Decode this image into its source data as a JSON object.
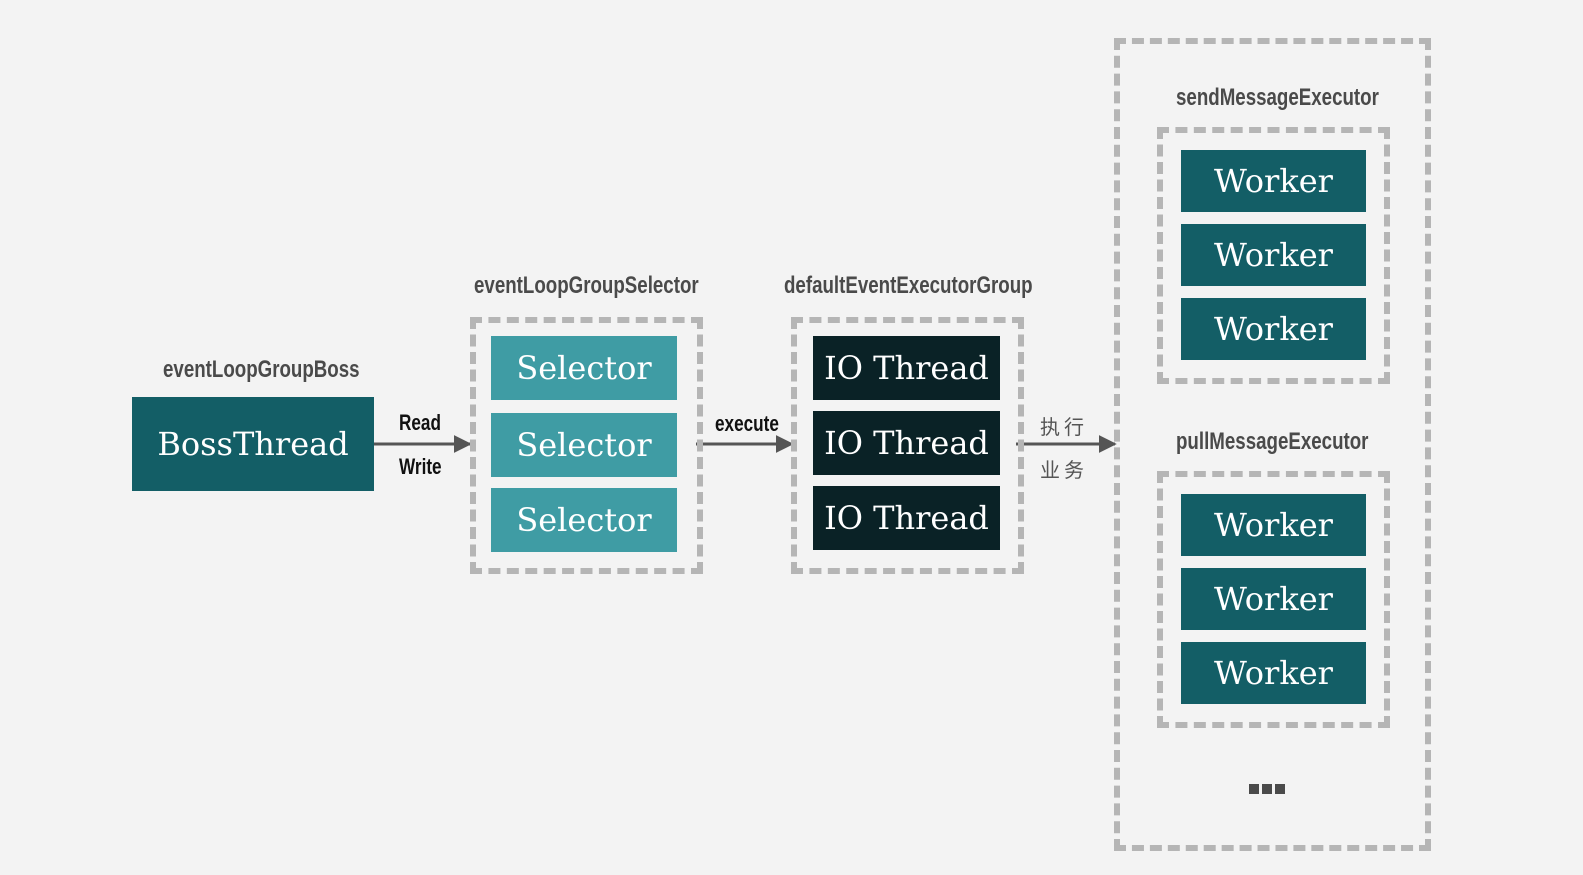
{
  "boss": {
    "group_label": "eventLoopGroupBoss",
    "box_label": "BossThread"
  },
  "selector_group": {
    "group_label": "eventLoopGroupSelector",
    "items": [
      "Selector",
      "Selector",
      "Selector"
    ]
  },
  "executor_group": {
    "group_label": "defaultEventExecutorGroup",
    "items": [
      "IO Thread",
      "IO Thread",
      "IO Thread"
    ]
  },
  "arrows": {
    "boss_to_selector_top": "Read",
    "boss_to_selector_bottom": "Write",
    "selector_to_executor": "execute",
    "executor_to_workers_top": "执行",
    "executor_to_workers_bottom": "业务"
  },
  "send_executor": {
    "label": "sendMessageExecutor",
    "items": [
      "Worker",
      "Worker",
      "Worker"
    ]
  },
  "pull_executor": {
    "label": "pullMessageExecutor",
    "items": [
      "Worker",
      "Worker",
      "Worker"
    ]
  },
  "colors": {
    "boss": "#135e66",
    "selector": "#3f9ca4",
    "io_thread": "#0a2226",
    "worker": "#135e66",
    "dashed_border": "#b5b5b5",
    "background": "#f3f3f3"
  }
}
